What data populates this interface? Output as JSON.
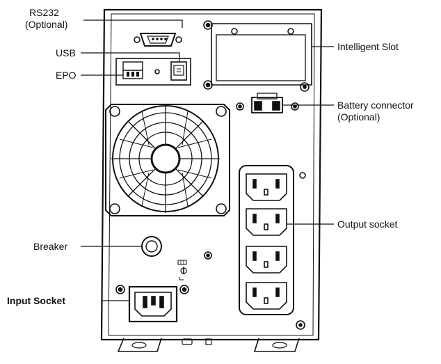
{
  "labels": {
    "rs232": "RS232",
    "rs232_note": "(Optional)",
    "usb": "USB",
    "epo": "EPO",
    "breaker": "Breaker",
    "input_socket": "Input Socket",
    "intelligent_slot": "Intelligent Slot",
    "battery_connector": "Battery connector",
    "battery_note": "(Optional)",
    "output_socket": "Output socket"
  },
  "colors": {
    "line": "#111111",
    "panel": "#ffffff",
    "panel_shadow": "#e9e9e9"
  },
  "output_socket_count": 4
}
